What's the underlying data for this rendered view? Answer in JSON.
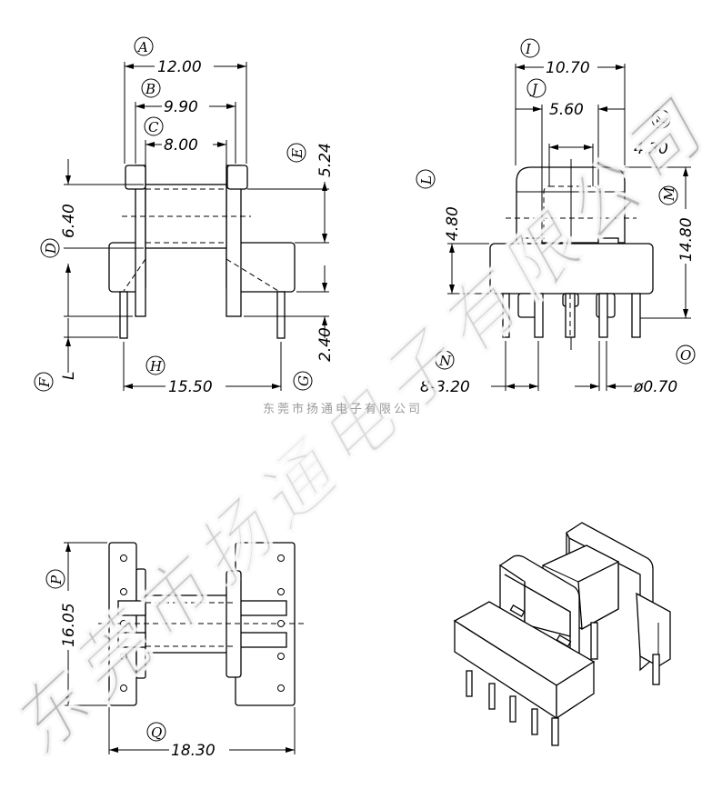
{
  "front_view": {
    "labels": {
      "A": "A",
      "B": "B",
      "C": "C",
      "D": "D",
      "E": "E",
      "F": "F",
      "G": "G",
      "H": "H",
      "L": "L"
    },
    "dims": {
      "A": "12.00",
      "B": "9.90",
      "C": "8.00",
      "D": "6.40",
      "E": "5.24",
      "G": "2.40",
      "H": "15.50"
    }
  },
  "side_view": {
    "labels": {
      "I": "I",
      "J": "J",
      "K": "K",
      "L": "L",
      "M": "M",
      "N": "N",
      "O": "O"
    },
    "dims": {
      "I": "10.70",
      "J": "5.60",
      "K": "4.30",
      "L": "4.80",
      "M": "14.80",
      "N": "8-3.20",
      "O": "ø0.70"
    }
  },
  "bottom_view": {
    "labels": {
      "P": "P",
      "Q": "Q"
    },
    "dims": {
      "P": "16.05",
      "Q": "18.30"
    }
  },
  "watermark": {
    "large": "东莞市扬通电子有限公司",
    "small": "东莞市扬通电子有限公司"
  }
}
